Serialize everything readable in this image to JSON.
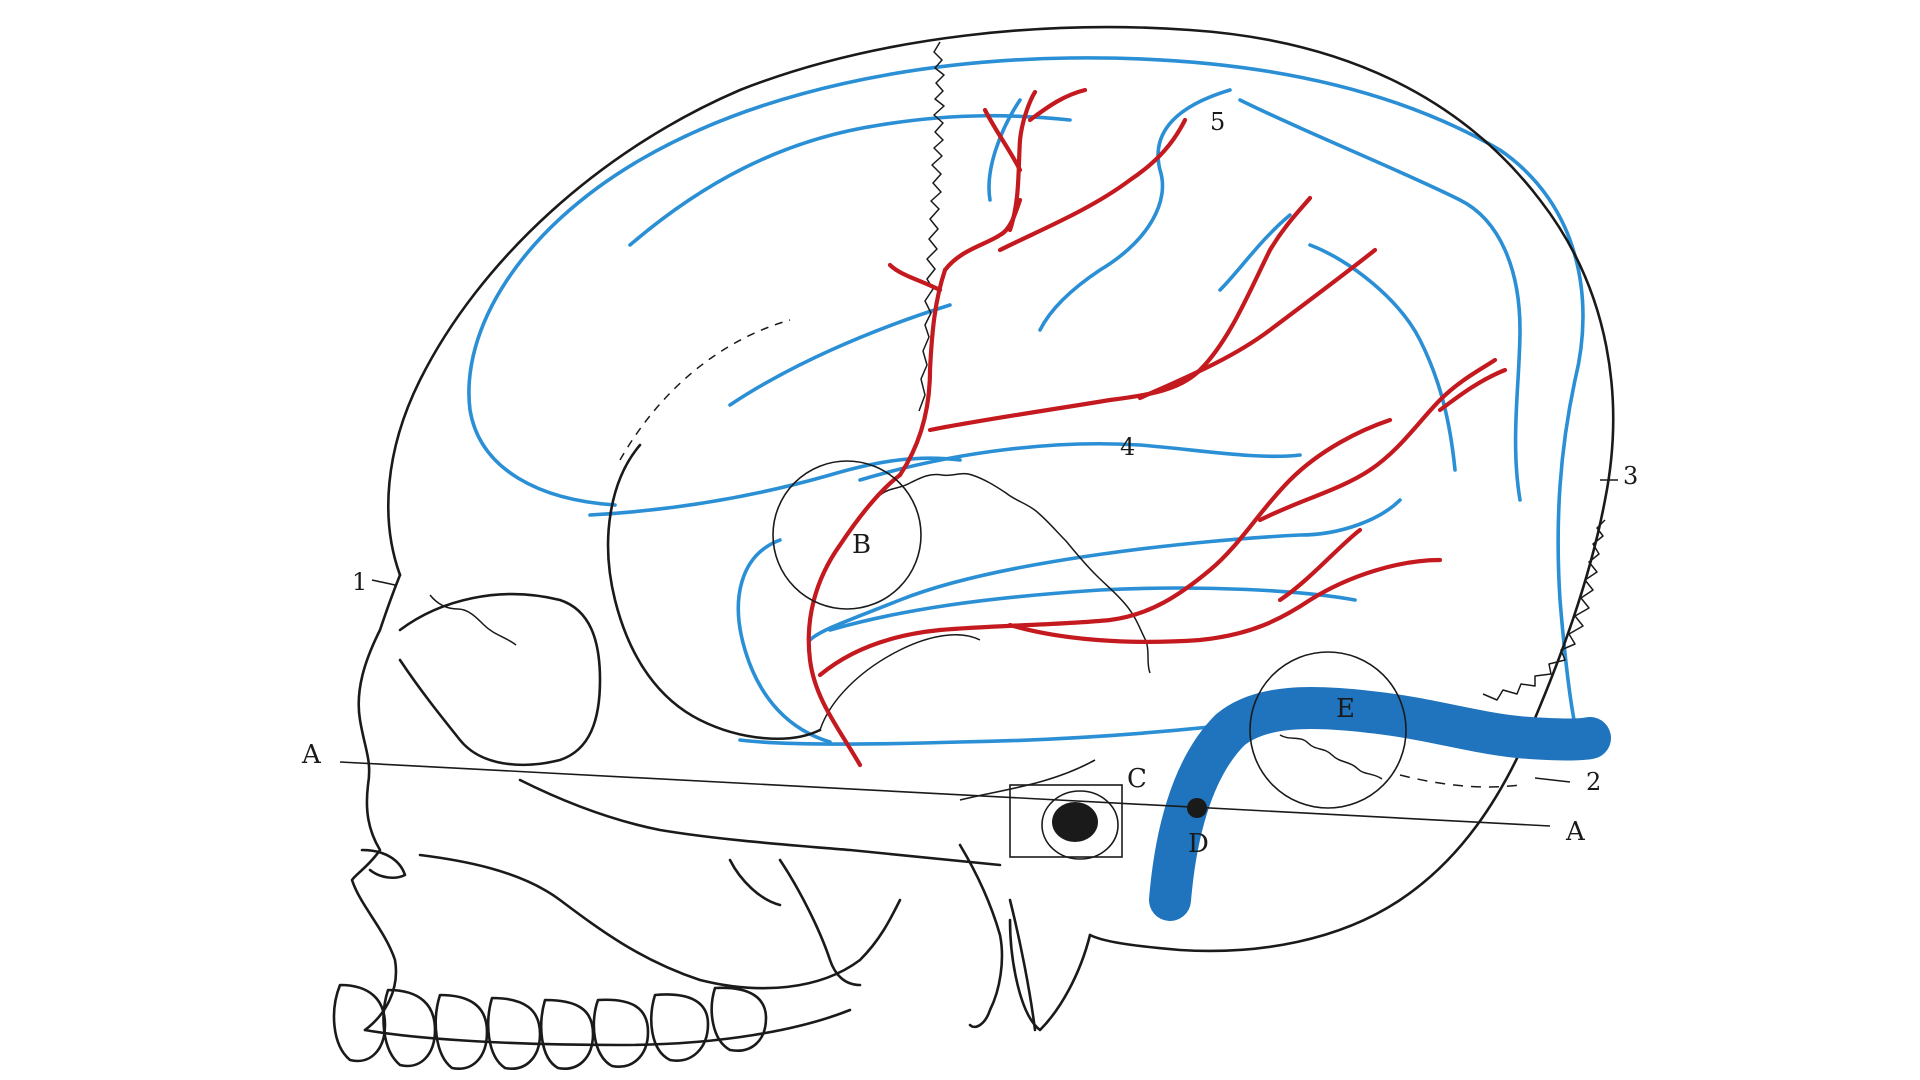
{
  "colors": {
    "background": "#ffffff",
    "outline": "#1a1a1a",
    "artery": "#c41a1f",
    "sulcus": "#2a8fd4",
    "sinus": "#1f74bd"
  },
  "labels": {
    "line_a_left": "A",
    "line_a_right": "A",
    "point_b": "B",
    "point_c": "C",
    "point_d": "D",
    "point_e": "E",
    "num_1": "1",
    "num_2": "2",
    "num_3": "3",
    "num_4": "4",
    "num_5": "5"
  }
}
